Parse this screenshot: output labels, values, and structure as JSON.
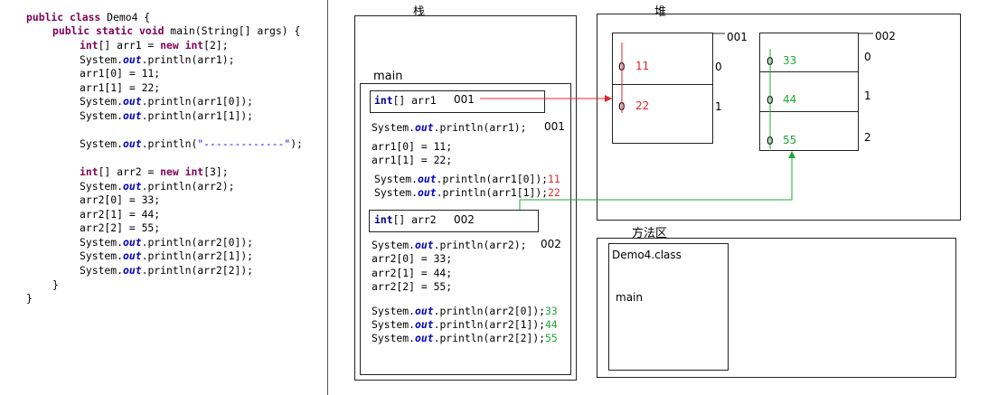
{
  "code": {
    "l1": {
      "a": "public class",
      "b": " Demo4 {"
    },
    "l2": {
      "a": "public static void",
      "b": " main(String[] args) {"
    },
    "l3": {
      "a": "int",
      "b": "[] arr1 = ",
      "c": "new",
      "d": " ",
      "e": "int",
      "f": "[2];"
    },
    "l4": {
      "a": "System.",
      "b": "out",
      "c": ".println(arr1);"
    },
    "l5": "arr1[0] = 11;",
    "l6": "arr1[1] = 22;",
    "l7": {
      "a": "System.",
      "b": "out",
      "c": ".println(arr1[0]);"
    },
    "l8": {
      "a": "System.",
      "b": "out",
      "c": ".println(arr1[1]);"
    },
    "l9": {
      "a": "System.",
      "b": "out",
      "c": ".println(",
      "d": "\"-------------\"",
      "e": ");"
    },
    "l10": {
      "a": "int",
      "b": "[] arr2 = ",
      "c": "new",
      "d": " ",
      "e": "int",
      "f": "[3];"
    },
    "l11": {
      "a": "System.",
      "b": "out",
      "c": ".println(arr2);"
    },
    "l12": "arr2[0] = 33;",
    "l13": "arr2[1] = 44;",
    "l14": "arr2[2] = 55;",
    "l15": {
      "a": "System.",
      "b": "out",
      "c": ".println(arr2[0]);"
    },
    "l16": {
      "a": "System.",
      "b": "out",
      "c": ".println(arr2[1]);"
    },
    "l17": {
      "a": "System.",
      "b": "out",
      "c": ".println(arr2[2]);"
    },
    "l18": "}",
    "l19": "}"
  },
  "stack": {
    "title": "栈",
    "frame": "main",
    "arr1_decl": {
      "kw": "int",
      "rest": "[] arr1",
      "ref": "001"
    },
    "p1": {
      "a": "System.",
      "b": "out",
      "c": ".println(arr1);",
      "r": "001"
    },
    "a1": "arr1[0] = 11;",
    "a2": "arr1[1] = 22;",
    "p2": {
      "a": "System.",
      "b": "out",
      "c": ".println(arr1[0]);",
      "r": "11"
    },
    "p3": {
      "a": "System.",
      "b": "out",
      "c": ".println(arr1[1]);",
      "r": "22"
    },
    "arr2_decl": {
      "kw": "int",
      "rest": "[] arr2",
      "ref": "002"
    },
    "p4": {
      "a": "System.",
      "b": "out",
      "c": ".println(arr2);",
      "r": "002"
    },
    "b1": "arr2[0] = 33;",
    "b2": "arr2[1] = 44;",
    "b3": "arr2[2] = 55;",
    "p5": {
      "a": "System.",
      "b": "out",
      "c": ".println(arr2[0]);",
      "r": "33"
    },
    "p6": {
      "a": "System.",
      "b": "out",
      "c": ".println(arr2[1]);",
      "r": "44"
    },
    "p7": {
      "a": "System.",
      "b": "out",
      "c": ".println(arr2[2]);",
      "r": "55"
    }
  },
  "heap": {
    "title": "堆",
    "arr1": {
      "addr": "001",
      "cells": [
        {
          "old": "0",
          "val": "11",
          "idx": "0"
        },
        {
          "old": "0",
          "val": "22",
          "idx": "1"
        }
      ]
    },
    "arr2": {
      "addr": "002",
      "cells": [
        {
          "old": "0",
          "val": "33",
          "idx": "0"
        },
        {
          "old": "0",
          "val": "44",
          "idx": "1"
        },
        {
          "old": "0",
          "val": "55",
          "idx": "2"
        }
      ]
    }
  },
  "method_area": {
    "title": "方法区",
    "class_name": "Demo4.class",
    "method": "main"
  },
  "colors": {
    "red": "#e0262b",
    "green": "#1fa836",
    "keyword": "#7f0055",
    "field": "#0000c0",
    "string": "#2a00ff"
  }
}
